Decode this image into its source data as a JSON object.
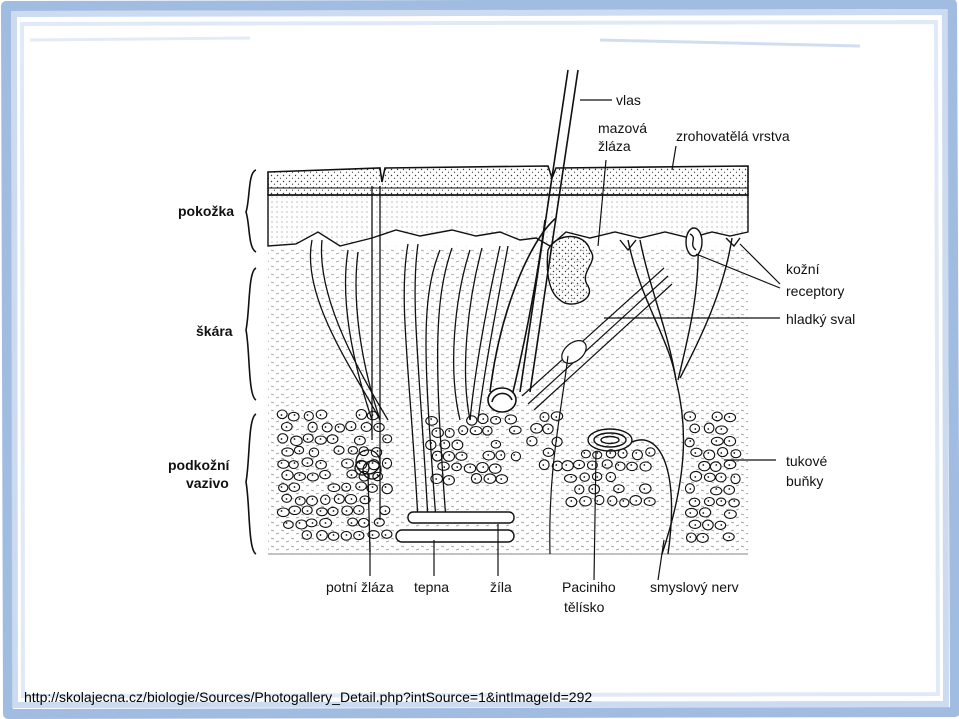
{
  "colors": {
    "frame_blue": "#8fb0dc",
    "frame_blue_light": "#c6d7ee",
    "ink": "#111111",
    "background": "#ffffff"
  },
  "labels": {
    "left": {
      "pokozka": "pokožka",
      "skara": "škára",
      "podkozni_1": "podkožní",
      "podkozni_2": "vazivo"
    },
    "top": {
      "vlas": "vlas",
      "mazova_1": "mazová",
      "mazova_2": "žláza",
      "zrohovatela": "zrohovatělá vrstva"
    },
    "right": {
      "receptory_1": "kožní",
      "receptory_2": "receptory",
      "hladky_sval": "hladký sval",
      "tukove_1": "tukové",
      "tukove_2": "buňky"
    },
    "bottom": {
      "potni_zlaza": "potní žláza",
      "tepna": "tepna",
      "zila": "žíla",
      "paciniho_1": "Paciniho",
      "paciniho_2": "tělísko",
      "smyslovy_nerv": "smyslový nerv"
    }
  },
  "source_url": "http://skolajecna.cz/biologie/Sources/Photogallery_Detail.php?intSource=1&intImageId=292"
}
